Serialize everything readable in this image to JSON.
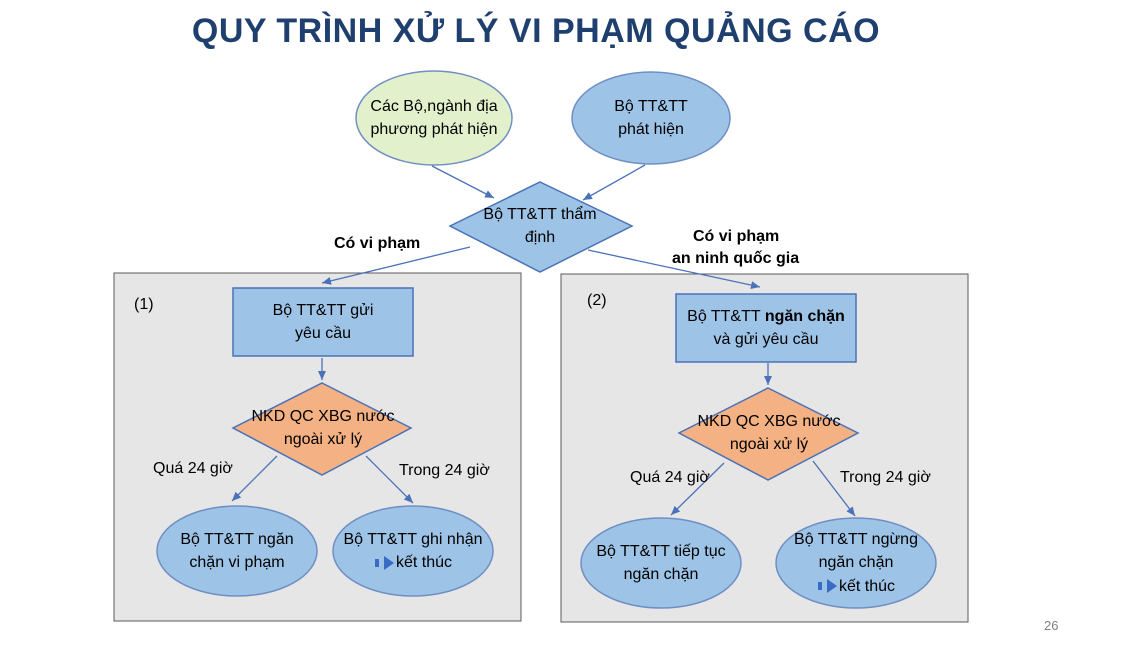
{
  "title": "QUY TRÌNH XỬ LÝ VI PHẠM QUẢNG CÁO",
  "colors": {
    "title": "#1f3f6e",
    "node_blue": "#9dc3e6",
    "node_orange": "#f4b183",
    "node_yellow": "#e2f0cb",
    "panel": "#e7e6e6",
    "arrow": "#4a72b8"
  },
  "nodes": {
    "source_ministries": {
      "line1": "Các Bộ,ngành địa",
      "line2": "phương phát hiện"
    },
    "source_mic": {
      "line1": "Bộ TT&TT",
      "line2": "phát hiện"
    },
    "review": {
      "line1": "Bộ TT&TT thẩm",
      "line2": "định"
    }
  },
  "branch_labels": {
    "violation": "Có vi phạm",
    "security_line1": "Có vi phạm",
    "security_line2": "an ninh quốc gia"
  },
  "panels": [
    {
      "number": "(1)",
      "request": {
        "line1": "Bộ TT&TT gửi",
        "line2": "yêu cầu"
      },
      "decision": {
        "line1": "NKD QC XBG nước",
        "line2": "ngoài xử lý"
      },
      "over_24h": "Quá 24 giờ",
      "within_24h": "Trong 24 giờ",
      "outcome_late": {
        "line1": "Bộ TT&TT ngăn",
        "line2": "chặn vi phạm"
      },
      "outcome_ok": {
        "line1": "Bộ TT&TT ghi nhận",
        "line2": "kết thúc"
      }
    },
    {
      "number": "(2)",
      "request": {
        "line1_prefix": "Bộ TT&TT ",
        "line1_bold": "ngăn chặn",
        "line2": "và gửi yêu cầu"
      },
      "decision": {
        "line1": "NKD QC XBG nước",
        "line2": "ngoài xử lý"
      },
      "over_24h": "Quá 24 giờ",
      "within_24h": "Trong 24 giờ",
      "outcome_late": {
        "line1": "Bộ TT&TT tiếp tục",
        "line2": "ngăn chặn"
      },
      "outcome_ok": {
        "line1": "Bộ TT&TT ngừng",
        "line2": "ngăn chặn",
        "line3": "kết thúc"
      }
    }
  ],
  "page_number": "26",
  "icons": {
    "arrow_right": "right-arrow-icon"
  }
}
